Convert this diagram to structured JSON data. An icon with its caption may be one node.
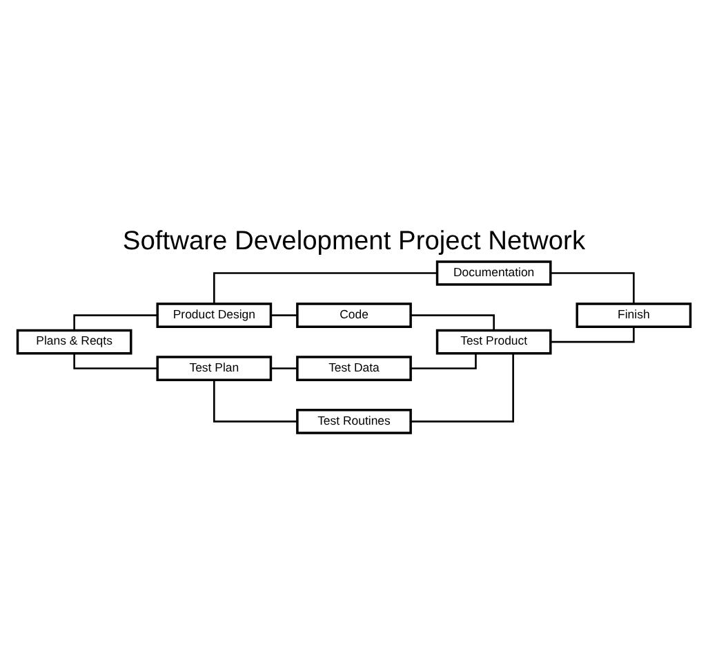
{
  "diagram": {
    "title": "Software Development Project Network",
    "nodes": [
      {
        "text": [
          "Plans & Reqts"
        ]
      },
      {
        "text": [
          "Product Design"
        ]
      },
      {
        "text": [
          "Test Plan"
        ]
      },
      {
        "text": [
          "Documentation"
        ]
      },
      {
        "text": [
          "Code"
        ]
      },
      {
        "text": [
          "Test Data"
        ]
      },
      {
        "text": [
          "Test Routines"
        ]
      },
      {
        "text": [
          "Test Product"
        ]
      },
      {
        "text": [
          "Finish"
        ]
      }
    ],
    "edges": [
      {
        "from": 0,
        "to": 1,
        "arrow": "none"
      },
      {
        "from": 0,
        "to": 2,
        "arrow": "none"
      },
      {
        "from": 1,
        "to": 3,
        "arrow": "none"
      },
      {
        "from": 1,
        "to": 4,
        "arrow": "none"
      },
      {
        "from": 2,
        "to": 5,
        "arrow": "none"
      },
      {
        "from": 2,
        "to": 6,
        "arrow": "none"
      },
      {
        "from": 3,
        "to": 8,
        "arrow": "none"
      },
      {
        "from": 4,
        "to": 7,
        "arrow": "none"
      },
      {
        "from": 5,
        "to": 7,
        "arrow": "none"
      },
      {
        "from": 6,
        "to": 7,
        "arrow": "none"
      },
      {
        "from": 7,
        "to": 8,
        "arrow": "none"
      }
    ]
  }
}
